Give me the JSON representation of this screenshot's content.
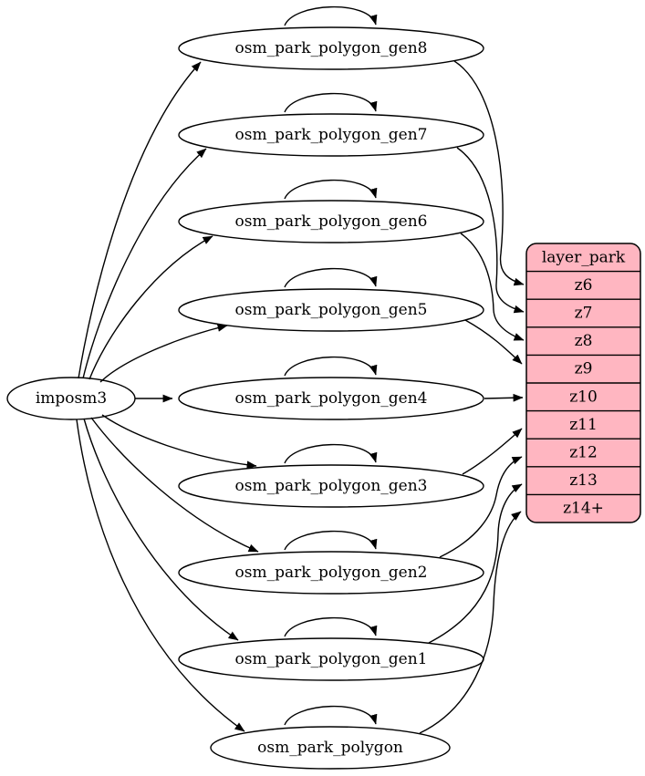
{
  "diagram": {
    "source": {
      "label": "imposm3"
    },
    "tables": [
      {
        "label": "osm_park_polygon_gen8",
        "target_zoom": "z6"
      },
      {
        "label": "osm_park_polygon_gen7",
        "target_zoom": "z7"
      },
      {
        "label": "osm_park_polygon_gen6",
        "target_zoom": "z8"
      },
      {
        "label": "osm_park_polygon_gen5",
        "target_zoom": "z9"
      },
      {
        "label": "osm_park_polygon_gen4",
        "target_zoom": "z10"
      },
      {
        "label": "osm_park_polygon_gen3",
        "target_zoom": "z11"
      },
      {
        "label": "osm_park_polygon_gen2",
        "target_zoom": "z12"
      },
      {
        "label": "osm_park_polygon_gen1",
        "target_zoom": "z13"
      },
      {
        "label": "osm_park_polygon",
        "target_zoom": "z14+"
      }
    ],
    "layer": {
      "title": "layer_park",
      "rows": [
        "z6",
        "z7",
        "z8",
        "z9",
        "z10",
        "z11",
        "z12",
        "z13",
        "z14+"
      ]
    },
    "colors": {
      "layer_fill": "#ffb6c1",
      "table_fill": "#ffffff",
      "stroke": "#000000"
    }
  }
}
